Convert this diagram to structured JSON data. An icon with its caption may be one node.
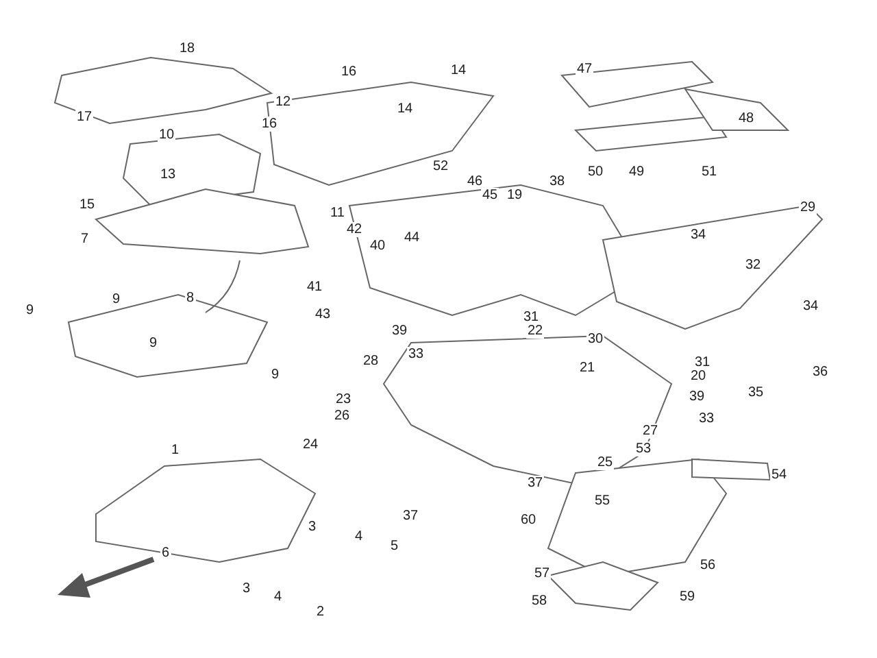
{
  "diagram": {
    "labels": [
      "18",
      "16",
      "14",
      "47",
      "17",
      "12",
      "14",
      "16",
      "48",
      "10",
      "13",
      "52",
      "46",
      "45",
      "19",
      "38",
      "50",
      "49",
      "51",
      "15",
      "7",
      "11",
      "42",
      "40",
      "44",
      "29",
      "34",
      "32",
      "41",
      "9",
      "9",
      "8",
      "43",
      "34",
      "9",
      "9",
      "39",
      "31",
      "33",
      "22",
      "30",
      "28",
      "21",
      "31",
      "36",
      "20",
      "35",
      "23",
      "39",
      "26",
      "33",
      "27",
      "1",
      "24",
      "25",
      "53",
      "54",
      "37",
      "37",
      "60",
      "55",
      "3",
      "4",
      "6",
      "5",
      "56",
      "3",
      "4",
      "2",
      "57",
      "58",
      "59"
    ]
  }
}
